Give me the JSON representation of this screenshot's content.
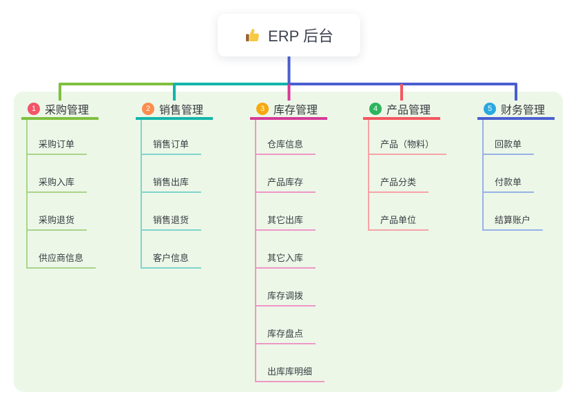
{
  "root": {
    "title": "ERP 后台",
    "icon": "thumbs-up-icon"
  },
  "palette": {
    "canvas_bg": "#ffffff",
    "panel_bg": "#ecf7e8",
    "root_connector": "#4a5ed0",
    "title_text": "#3c4150",
    "node_text": "#3a3d42"
  },
  "branches": [
    {
      "badge": "1",
      "label": "采购管理",
      "badge_color": "#f25568",
      "line_color": "#7fbf3f",
      "subline_color": "#a9d489",
      "items": [
        "采购订单",
        "采购入库",
        "采购退货",
        "供应商信息"
      ]
    },
    {
      "badge": "2",
      "label": "销售管理",
      "badge_color": "#fb8c4e",
      "line_color": "#12b5aa",
      "subline_color": "#7fd4cc",
      "items": [
        "销售订单",
        "销售出库",
        "销售退货",
        "客户信息"
      ]
    },
    {
      "badge": "3",
      "label": "库存管理",
      "badge_color": "#f7a80d",
      "line_color": "#d53a96",
      "subline_color": "#f096c6",
      "items": [
        "仓库信息",
        "产品库存",
        "其它出库",
        "其它入库",
        "库存调拨",
        "库存盘点",
        "出库库明细"
      ]
    },
    {
      "badge": "4",
      "label": "产品管理",
      "badge_color": "#2db55d",
      "line_color": "#f4565f",
      "subline_color": "#f8a2a6",
      "items": [
        "产品（物料）",
        "产品分类",
        "产品单位"
      ]
    },
    {
      "badge": "5",
      "label": "财务管理",
      "badge_color": "#29a8e0",
      "line_color": "#4a5ed0",
      "subline_color": "#97b1e5",
      "items": [
        "回款单",
        "付款单",
        "结算账户"
      ]
    }
  ]
}
